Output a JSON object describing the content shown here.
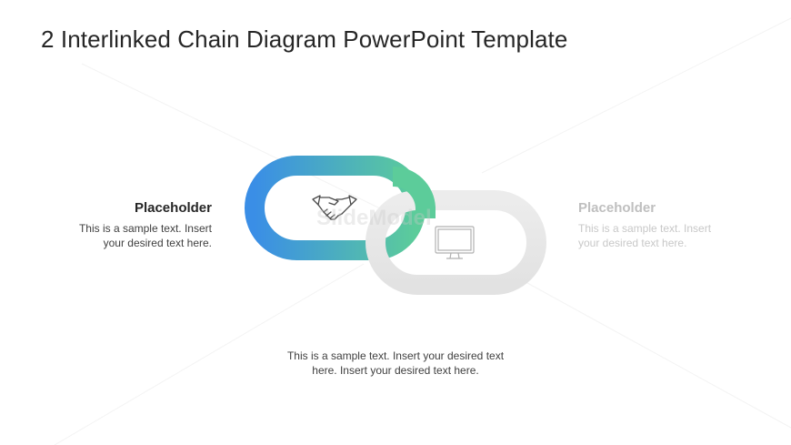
{
  "title": "2 Interlinked Chain Diagram PowerPoint Template",
  "left": {
    "heading": "Placeholder",
    "body_line1": "This is a sample text. Insert",
    "body_line2": "your desired text here."
  },
  "right": {
    "heading": "Placeholder",
    "body_line1": "This is a sample text. Insert",
    "body_line2": "your desired text here."
  },
  "bottom": {
    "line1": "This is a sample text. Insert your desired text",
    "line2": "here. Insert your desired text here."
  },
  "watermark": "SlideModel",
  "icons": {
    "link1": "handshake-icon",
    "link2": "monitor-icon"
  },
  "colors": {
    "gradient_start": "#3a8ee6",
    "gradient_end": "#5ccc9a",
    "grey_link": "#e6e6e6",
    "title": "#262626"
  }
}
